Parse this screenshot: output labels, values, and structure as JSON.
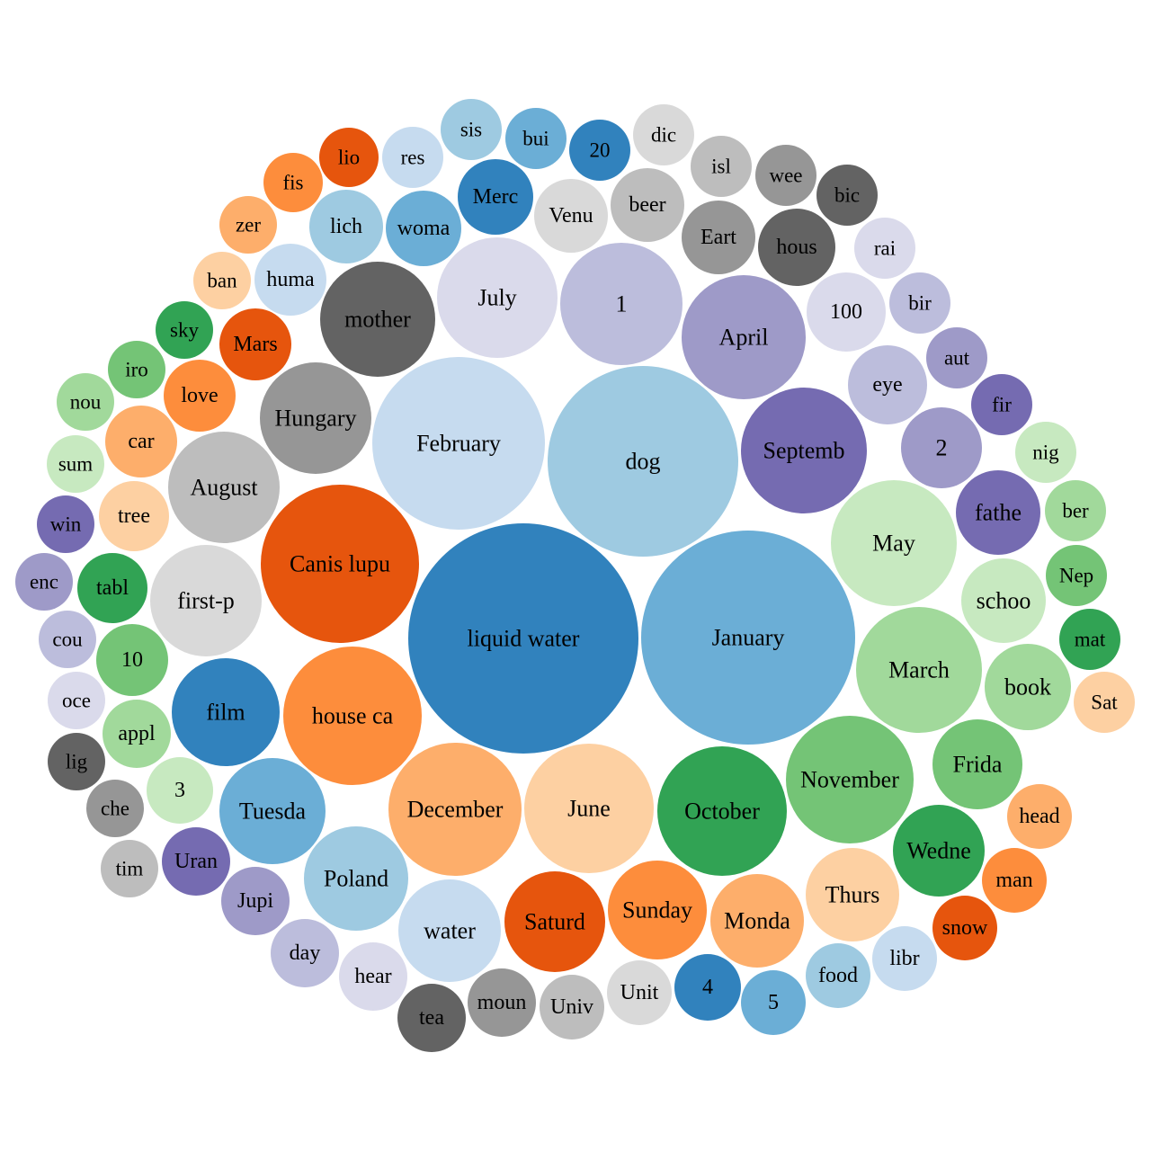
{
  "chart_data": {
    "type": "bubble",
    "nodes": [
      {
        "label": "liquid water",
        "value": 128,
        "color": "#3182bd",
        "text_color": "#000000"
      },
      {
        "label": "January",
        "value": 119,
        "color": "#6baed6",
        "text_color": "#000000"
      },
      {
        "label": "dog",
        "value": 106,
        "color": "#9ecae1",
        "text_color": "#000000"
      },
      {
        "label": "February",
        "value": 96,
        "color": "#c6dbef",
        "text_color": "#000000"
      },
      {
        "label": "Canis lupu",
        "value": 88,
        "color": "#e6550d",
        "text_color": "#000000"
      },
      {
        "label": "house ca",
        "value": 77,
        "color": "#fd8d3c",
        "text_color": "#000000"
      },
      {
        "label": "December",
        "value": 74,
        "color": "#fdae6b",
        "text_color": "#000000"
      },
      {
        "label": "June",
        "value": 72,
        "color": "#fdd0a2",
        "text_color": "#000000"
      },
      {
        "label": "October",
        "value": 72,
        "color": "#31a354",
        "text_color": "#000000"
      },
      {
        "label": "November",
        "value": 71,
        "color": "#74c476",
        "text_color": "#000000"
      },
      {
        "label": "March",
        "value": 70,
        "color": "#a1d99b",
        "text_color": "#000000"
      },
      {
        "label": "May",
        "value": 70,
        "color": "#c7e9c0",
        "text_color": "#000000"
      },
      {
        "label": "Septemb",
        "value": 70,
        "color": "#756bb1",
        "text_color": "#000000"
      },
      {
        "label": "April",
        "value": 69,
        "color": "#9e9ac8",
        "text_color": "#000000"
      },
      {
        "label": "1",
        "value": 68,
        "color": "#bcbddc",
        "text_color": "#000000"
      },
      {
        "label": "July",
        "value": 67,
        "color": "#dadaeb",
        "text_color": "#000000"
      },
      {
        "label": "mother",
        "value": 64,
        "color": "#636363",
        "text_color": "#000000"
      },
      {
        "label": "Hungary",
        "value": 62,
        "color": "#969696",
        "text_color": "#000000"
      },
      {
        "label": "August",
        "value": 62,
        "color": "#bdbdbd",
        "text_color": "#000000"
      },
      {
        "label": "first-p",
        "value": 62,
        "color": "#d9d9d9",
        "text_color": "#000000"
      },
      {
        "label": "film",
        "value": 60,
        "color": "#3182bd",
        "text_color": "#000000"
      },
      {
        "label": "Tuesda",
        "value": 59,
        "color": "#6baed6",
        "text_color": "#000000"
      },
      {
        "label": "Poland",
        "value": 58,
        "color": "#9ecae1",
        "text_color": "#000000"
      },
      {
        "label": "water",
        "value": 57,
        "color": "#c6dbef",
        "text_color": "#000000"
      },
      {
        "label": "Saturd",
        "value": 56,
        "color": "#e6550d",
        "text_color": "#000000"
      },
      {
        "label": "Sunday",
        "value": 55,
        "color": "#fd8d3c",
        "text_color": "#000000"
      },
      {
        "label": "Monda",
        "value": 52,
        "color": "#fdae6b",
        "text_color": "#000000"
      },
      {
        "label": "Thurs",
        "value": 52,
        "color": "#fdd0a2",
        "text_color": "#000000"
      },
      {
        "label": "Wedne",
        "value": 51,
        "color": "#31a354",
        "text_color": "#000000"
      },
      {
        "label": "Frida",
        "value": 50,
        "color": "#74c476",
        "text_color": "#000000"
      },
      {
        "label": "book",
        "value": 48,
        "color": "#a1d99b",
        "text_color": "#000000"
      },
      {
        "label": "schoo",
        "value": 47,
        "color": "#c7e9c0",
        "text_color": "#000000"
      },
      {
        "label": "fathe",
        "value": 47,
        "color": "#756bb1",
        "text_color": "#000000"
      },
      {
        "label": "2",
        "value": 45,
        "color": "#9e9ac8",
        "text_color": "#000000"
      },
      {
        "label": "eye",
        "value": 44,
        "color": "#bcbddc",
        "text_color": "#000000"
      },
      {
        "label": "100",
        "value": 44,
        "color": "#dadaeb",
        "text_color": "#000000"
      },
      {
        "label": "hous",
        "value": 43,
        "color": "#636363",
        "text_color": "#000000"
      },
      {
        "label": "Eart",
        "value": 41,
        "color": "#969696",
        "text_color": "#000000"
      },
      {
        "label": "beer",
        "value": 41,
        "color": "#bdbdbd",
        "text_color": "#000000"
      },
      {
        "label": "Venu",
        "value": 41,
        "color": "#d9d9d9",
        "text_color": "#000000"
      },
      {
        "label": "Merc",
        "value": 42,
        "color": "#3182bd",
        "text_color": "#000000"
      },
      {
        "label": "woma",
        "value": 42,
        "color": "#6baed6",
        "text_color": "#000000"
      },
      {
        "label": "lich",
        "value": 41,
        "color": "#9ecae1",
        "text_color": "#000000"
      },
      {
        "label": "huma",
        "value": 40,
        "color": "#c6dbef",
        "text_color": "#000000"
      },
      {
        "label": "Mars",
        "value": 40,
        "color": "#e6550d",
        "text_color": "#000000"
      },
      {
        "label": "love",
        "value": 40,
        "color": "#fd8d3c",
        "text_color": "#000000"
      },
      {
        "label": "car",
        "value": 40,
        "color": "#fdae6b",
        "text_color": "#000000"
      },
      {
        "label": "tree",
        "value": 39,
        "color": "#fdd0a2",
        "text_color": "#000000"
      },
      {
        "label": "tabl",
        "value": 39,
        "color": "#31a354",
        "text_color": "#000000"
      },
      {
        "label": "10",
        "value": 40,
        "color": "#74c476",
        "text_color": "#000000"
      },
      {
        "label": "appl",
        "value": 38,
        "color": "#a1d99b",
        "text_color": "#000000"
      },
      {
        "label": "3",
        "value": 37,
        "color": "#c7e9c0",
        "text_color": "#000000"
      },
      {
        "label": "Uran",
        "value": 38,
        "color": "#756bb1",
        "text_color": "#000000"
      },
      {
        "label": "Jupi",
        "value": 38,
        "color": "#9e9ac8",
        "text_color": "#000000"
      },
      {
        "label": "day",
        "value": 38,
        "color": "#bcbddc",
        "text_color": "#000000"
      },
      {
        "label": "hear",
        "value": 38,
        "color": "#dadaeb",
        "text_color": "#000000"
      },
      {
        "label": "tea",
        "value": 38,
        "color": "#636363",
        "text_color": "#000000"
      },
      {
        "label": "moun",
        "value": 38,
        "color": "#969696",
        "text_color": "#000000"
      },
      {
        "label": "Univ",
        "value": 36,
        "color": "#bdbdbd",
        "text_color": "#000000"
      },
      {
        "label": "Unit",
        "value": 36,
        "color": "#d9d9d9",
        "text_color": "#000000"
      },
      {
        "label": "4",
        "value": 37,
        "color": "#3182bd",
        "text_color": "#000000"
      },
      {
        "label": "5",
        "value": 36,
        "color": "#6baed6",
        "text_color": "#000000"
      },
      {
        "label": "food",
        "value": 36,
        "color": "#9ecae1",
        "text_color": "#000000"
      },
      {
        "label": "libr",
        "value": 36,
        "color": "#c6dbef",
        "text_color": "#000000"
      },
      {
        "label": "snow",
        "value": 36,
        "color": "#e6550d",
        "text_color": "#000000"
      },
      {
        "label": "man",
        "value": 36,
        "color": "#fd8d3c",
        "text_color": "#000000"
      },
      {
        "label": "head",
        "value": 36,
        "color": "#fdae6b",
        "text_color": "#000000"
      },
      {
        "label": "Sat",
        "value": 34,
        "color": "#fdd0a2",
        "text_color": "#000000"
      },
      {
        "label": "mat",
        "value": 34,
        "color": "#31a354",
        "text_color": "#000000"
      },
      {
        "label": "Nep",
        "value": 34,
        "color": "#74c476",
        "text_color": "#000000"
      },
      {
        "label": "ber",
        "value": 34,
        "color": "#a1d99b",
        "text_color": "#000000"
      },
      {
        "label": "nig",
        "value": 34,
        "color": "#c7e9c0",
        "text_color": "#000000"
      },
      {
        "label": "fir",
        "value": 34,
        "color": "#756bb1",
        "text_color": "#000000"
      },
      {
        "label": "aut",
        "value": 34,
        "color": "#9e9ac8",
        "text_color": "#000000"
      },
      {
        "label": "bir",
        "value": 34,
        "color": "#bcbddc",
        "text_color": "#000000"
      },
      {
        "label": "rai",
        "value": 34,
        "color": "#dadaeb",
        "text_color": "#000000"
      },
      {
        "label": "bic",
        "value": 34,
        "color": "#636363",
        "text_color": "#000000"
      },
      {
        "label": "wee",
        "value": 34,
        "color": "#969696",
        "text_color": "#000000"
      },
      {
        "label": "isl",
        "value": 34,
        "color": "#bdbdbd",
        "text_color": "#000000"
      },
      {
        "label": "dic",
        "value": 34,
        "color": "#d9d9d9",
        "text_color": "#000000"
      },
      {
        "label": "20",
        "value": 34,
        "color": "#3182bd",
        "text_color": "#000000"
      },
      {
        "label": "bui",
        "value": 34,
        "color": "#6baed6",
        "text_color": "#000000"
      },
      {
        "label": "sis",
        "value": 34,
        "color": "#9ecae1",
        "text_color": "#000000"
      },
      {
        "label": "res",
        "value": 34,
        "color": "#c6dbef",
        "text_color": "#000000"
      },
      {
        "label": "lio",
        "value": 33,
        "color": "#e6550d",
        "text_color": "#000000"
      },
      {
        "label": "fis",
        "value": 33,
        "color": "#fd8d3c",
        "text_color": "#000000"
      },
      {
        "label": "zer",
        "value": 32,
        "color": "#fdae6b",
        "text_color": "#000000"
      },
      {
        "label": "ban",
        "value": 32,
        "color": "#fdd0a2",
        "text_color": "#000000"
      },
      {
        "label": "sky",
        "value": 32,
        "color": "#31a354",
        "text_color": "#000000"
      },
      {
        "label": "iro",
        "value": 32,
        "color": "#74c476",
        "text_color": "#000000"
      },
      {
        "label": "nou",
        "value": 32,
        "color": "#a1d99b",
        "text_color": "#000000"
      },
      {
        "label": "sum",
        "value": 32,
        "color": "#c7e9c0",
        "text_color": "#000000"
      },
      {
        "label": "win",
        "value": 32,
        "color": "#756bb1",
        "text_color": "#000000"
      },
      {
        "label": "enc",
        "value": 32,
        "color": "#9e9ac8",
        "text_color": "#000000"
      },
      {
        "label": "cou",
        "value": 32,
        "color": "#bcbddc",
        "text_color": "#000000"
      },
      {
        "label": "oce",
        "value": 32,
        "color": "#dadaeb",
        "text_color": "#000000"
      },
      {
        "label": "lig",
        "value": 32,
        "color": "#636363",
        "text_color": "#000000"
      },
      {
        "label": "che",
        "value": 32,
        "color": "#969696",
        "text_color": "#000000"
      },
      {
        "label": "tim",
        "value": 32,
        "color": "#bdbdbd",
        "text_color": "#000000"
      }
    ]
  }
}
